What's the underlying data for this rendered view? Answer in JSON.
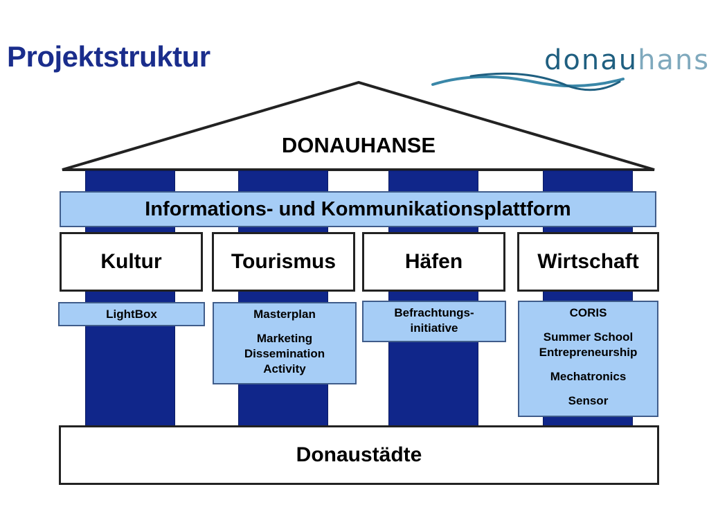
{
  "page": {
    "title": "Projektstruktur"
  },
  "logo": {
    "part1": "donau",
    "part2": "hanse"
  },
  "roof": {
    "label": "DONAUHANSE"
  },
  "platform": {
    "label": "Informations- und Kommunikationsplattform"
  },
  "pillars": [
    {
      "label": "Kultur",
      "projects": [
        "LightBox"
      ]
    },
    {
      "label": "Tourismus",
      "projects": [
        "Masterplan",
        "Marketing Dissemination Activity"
      ]
    },
    {
      "label": "Häfen",
      "projects": [
        "Befrachtungs- initiative"
      ]
    },
    {
      "label": "Wirtschaft",
      "projects": [
        "CORIS",
        "Summer School Entrepreneurship",
        "Mechatronics",
        "Sensor"
      ]
    }
  ],
  "base": {
    "label": "Donaustädte"
  },
  "colors": {
    "title": "#1a2d8c",
    "column": "#10268a",
    "light_box": "#a6cdf6",
    "logo": "#1f5f80"
  }
}
